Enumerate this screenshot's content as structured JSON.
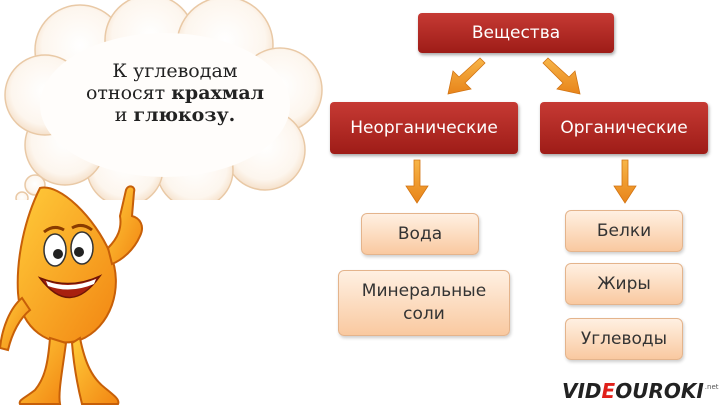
{
  "bubble": {
    "line1": "К углеводам",
    "line2_a": "относят ",
    "line2_b": "крахмал",
    "line3_a": "и ",
    "line3_b": "глюкозу."
  },
  "diagram": {
    "root": "Вещества",
    "left": {
      "title": "Неорганические",
      "items": [
        "Вода",
        "Минеральные соли"
      ]
    },
    "right": {
      "title": "Органические",
      "items": [
        "Белки",
        "Жиры",
        "Углеводы"
      ]
    }
  },
  "logo": {
    "part1": "VID",
    "part2": "E",
    "part3": "OUROKI",
    "suffix": ".net"
  },
  "colors": {
    "red_box": "#b02a25",
    "peach_box": "#fbd6b6",
    "arrow": "#f0a030",
    "mascot": "#f59a1a"
  }
}
